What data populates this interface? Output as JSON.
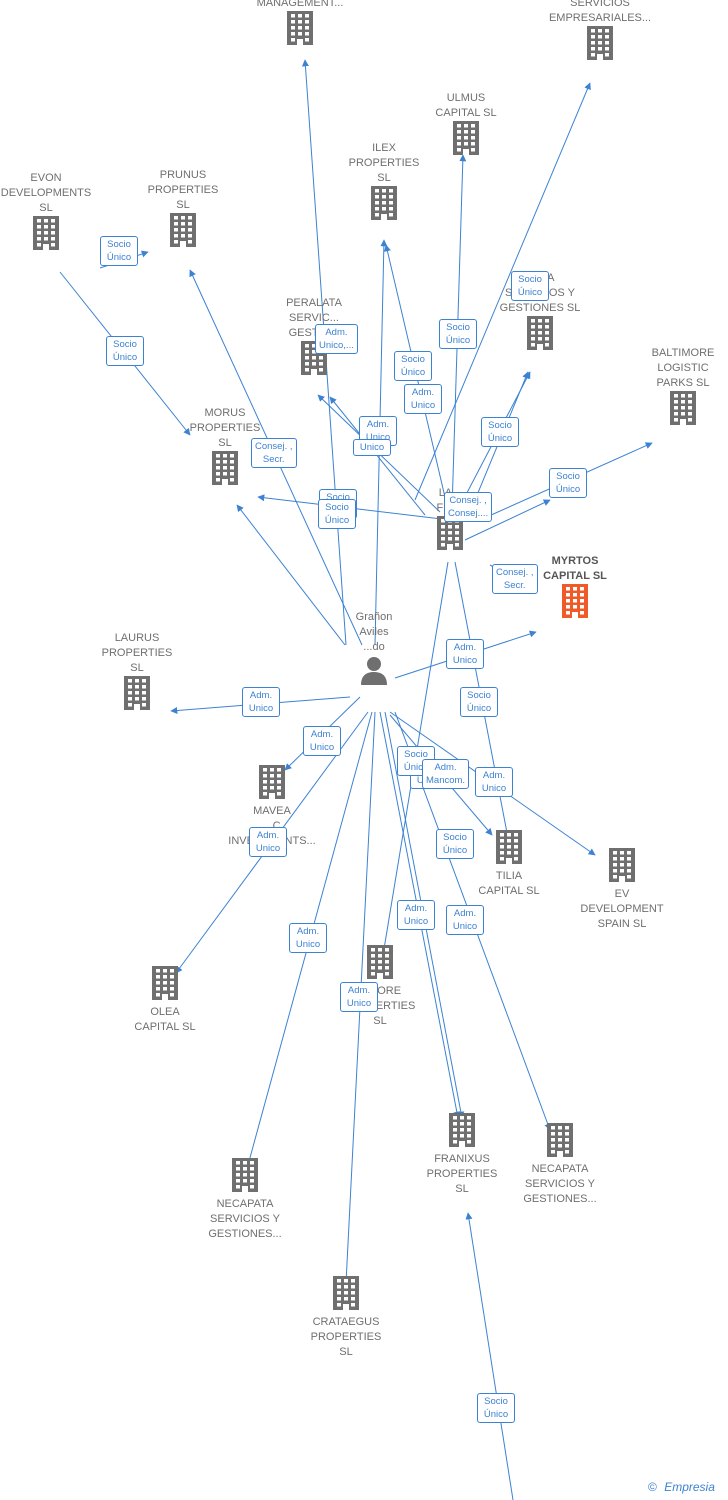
{
  "colors": {
    "building": "#6f6f6f",
    "focus": "#f05a28",
    "edge": "#3c82d2",
    "person": "#6f6f6f"
  },
  "nodes": [
    {
      "id": "management",
      "label": "MANAGEMENT...",
      "icon": "building-icon"
    },
    {
      "id": "mipatana",
      "label": "MIPATANA\nSERVICIOS\nEMPRESARIALES...",
      "icon": "building-icon"
    },
    {
      "id": "ulmus",
      "label": "ULMUS\nCAPITAL  SL",
      "icon": "building-icon"
    },
    {
      "id": "ilex",
      "label": "ILEX\nPROPERTIES\nSL",
      "icon": "building-icon"
    },
    {
      "id": "evon",
      "label": "EVON\nDEVELOPMENTS\nSL",
      "icon": "building-icon"
    },
    {
      "id": "prunus",
      "label": "PRUNUS\nPROPERTIES\nSL",
      "icon": "building-icon"
    },
    {
      "id": "peralata",
      "label": "PERALATA\nSERVIC...\nGESTIO...",
      "icon": "building-icon"
    },
    {
      "id": "gata",
      "label": "...ATA\nSERVICIOS Y\nGESTIONES  SL",
      "icon": "building-icon"
    },
    {
      "id": "baltimore_logistic",
      "label": "BALTIMORE\nLOGISTIC\nPARKS  SL",
      "icon": "building-icon"
    },
    {
      "id": "morus",
      "label": "MORUS\nPROPERTIES\nSL",
      "icon": "building-icon"
    },
    {
      "id": "lafid",
      "label": "LA...\nFID...",
      "icon": "building-icon"
    },
    {
      "id": "myrtos",
      "label": "MYRTOS\nCAPITAL  SL",
      "icon": "building-icon"
    },
    {
      "id": "person",
      "label": "Grañon\nAviles\n...do",
      "icon": "person-icon"
    },
    {
      "id": "laurus",
      "label": "LAURUS\nPROPERTIES\nSL",
      "icon": "building-icon"
    },
    {
      "id": "mavea",
      "label": "MAVEA\n...C\nINVESTMENTS...",
      "icon": "building-icon"
    },
    {
      "id": "tilia",
      "label": "TILIA\nCAPITAL  SL",
      "icon": "building-icon"
    },
    {
      "id": "ev_dev",
      "label": "EV\nDEVELOPMENT\nSPAIN  SL",
      "icon": "building-icon"
    },
    {
      "id": "olea",
      "label": "OLEA\nCAPITAL  SL",
      "icon": "building-icon"
    },
    {
      "id": "baltimore_prop",
      "label": "...MORE\nPROPERTIES\nSL",
      "icon": "building-icon"
    },
    {
      "id": "franixus",
      "label": "FRANIXUS\nPROPERTIES\nSL",
      "icon": "building-icon"
    },
    {
      "id": "necapata_r",
      "label": "NECAPATA\nSERVICIOS Y\nGESTIONES...",
      "icon": "building-icon"
    },
    {
      "id": "necapata_l",
      "label": "NECAPATA\nSERVICIOS Y\nGESTIONES...",
      "icon": "building-icon"
    },
    {
      "id": "crataegus",
      "label": "CRATAEGUS\nPROPERTIES\nSL",
      "icon": "building-icon"
    }
  ],
  "relations": [
    {
      "label": "Socio\nÚnico"
    },
    {
      "label": "Socio\nÚnico"
    },
    {
      "label": "Adm.\nUnico,..."
    },
    {
      "label": "Socio\nÚnico"
    },
    {
      "label": "Socio\nÚnico"
    },
    {
      "label": "Socio\nÚnico"
    },
    {
      "label": "Adm.\nUnico"
    },
    {
      "label": "Adm.\nUnico"
    },
    {
      "label": "Unico"
    },
    {
      "label": "Socio\nÚnico"
    },
    {
      "label": "Consej. ,\nSecr."
    },
    {
      "label": "Socio\nÚnico"
    },
    {
      "label": "Socio\nÚnico"
    },
    {
      "label": "Consej. ,\nConsej...."
    },
    {
      "label": "Socio\nÚnico"
    },
    {
      "label": "Consej. ,\nSecr."
    },
    {
      "label": "Adm.\nUnico"
    },
    {
      "label": "Socio\nÚnico"
    },
    {
      "label": "Adm.\nUnico"
    },
    {
      "label": "Socio\nÚnico"
    },
    {
      "label": "Adm.\nUnico"
    },
    {
      "label": "Socio\nÚnico"
    },
    {
      "label": "Adm.\nUnico"
    },
    {
      "label": "Adm.\nMancom."
    },
    {
      "label": "Adm.\nUnico"
    },
    {
      "label": "Socio\nÚnico"
    },
    {
      "label": "Adm.\nUnico"
    },
    {
      "label": "Adm.\nUnico"
    },
    {
      "label": "Adm.\nUnico"
    },
    {
      "label": "Adm.\nUnico"
    },
    {
      "label": "Socio\nÚnico"
    }
  ],
  "footer": {
    "copyright": "©",
    "brand": "Empresia"
  }
}
